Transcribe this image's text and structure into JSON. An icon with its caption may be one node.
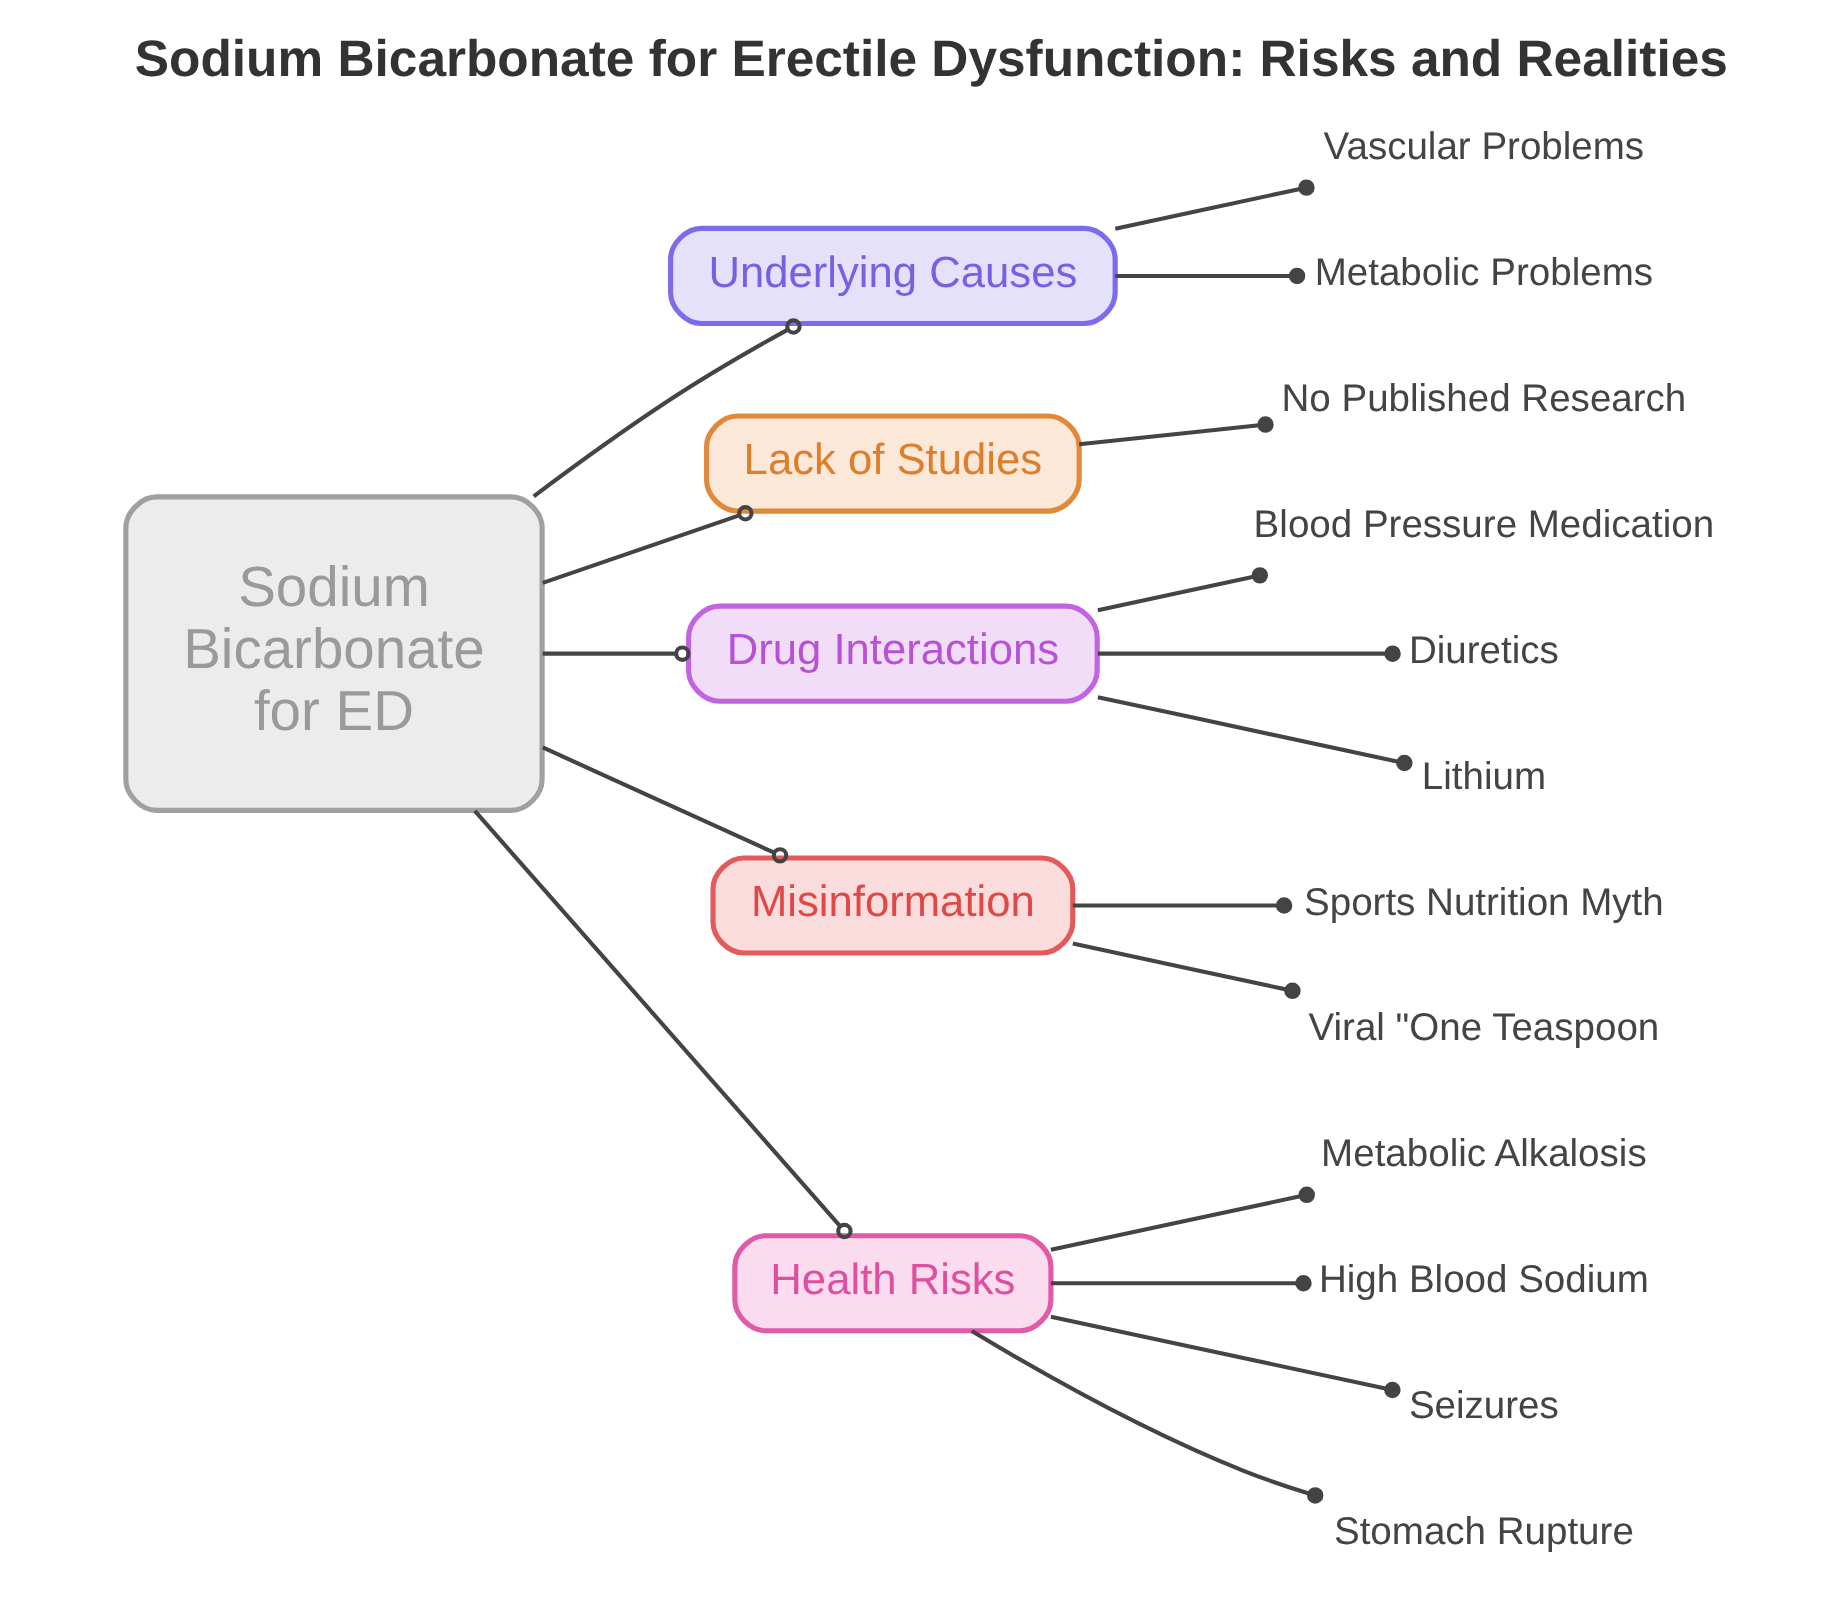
{
  "diagram": {
    "title": "Sodium Bicarbonate for Erectile Dysfunction: Risks and Realities",
    "nodes": [
      {
        "text": [
          "Sodium Bicarbonate for ED"
        ]
      },
      {
        "text": [
          "Underlying Causes"
        ]
      },
      {
        "text": [
          "Vascular Problems"
        ]
      },
      {
        "text": [
          "Metabolic Problems"
        ]
      },
      {
        "text": [
          "Lack of Studies"
        ]
      },
      {
        "text": [
          "No Published Research"
        ]
      },
      {
        "text": [
          "Drug Interactions"
        ]
      },
      {
        "text": [
          "Blood Pressure Medication"
        ]
      },
      {
        "text": [
          "Diuretics"
        ]
      },
      {
        "text": [
          "Lithium"
        ]
      },
      {
        "text": [
          "Misinformation"
        ]
      },
      {
        "text": [
          "Sports Nutrition Myth"
        ]
      },
      {
        "text": [
          "Viral \"One Teaspoon"
        ]
      },
      {
        "text": [
          "Health Risks"
        ]
      },
      {
        "text": [
          "Metabolic Alkalosis"
        ]
      },
      {
        "text": [
          "High Blood Sodium"
        ]
      },
      {
        "text": [
          "Seizures"
        ]
      },
      {
        "text": [
          "Stomach Rupture"
        ]
      }
    ],
    "edges": [
      {
        "from": 0,
        "to": 1,
        "arrow": "other"
      },
      {
        "from": 1,
        "to": 2,
        "arrow": "other"
      },
      {
        "from": 1,
        "to": 3,
        "arrow": "other"
      },
      {
        "from": 0,
        "to": 4,
        "arrow": "other"
      },
      {
        "from": 4,
        "to": 5,
        "arrow": "other"
      },
      {
        "from": 0,
        "to": 6,
        "arrow": "other"
      },
      {
        "from": 6,
        "to": 7,
        "arrow": "other"
      },
      {
        "from": 6,
        "to": 8,
        "arrow": "other"
      },
      {
        "from": 6,
        "to": 9,
        "arrow": "other"
      },
      {
        "from": 0,
        "to": 10,
        "arrow": "other"
      },
      {
        "from": 10,
        "to": 11,
        "arrow": "other"
      },
      {
        "from": 10,
        "to": 12,
        "arrow": "other"
      },
      {
        "from": 0,
        "to": 13,
        "arrow": "other"
      },
      {
        "from": 13,
        "to": 14,
        "arrow": "other"
      },
      {
        "from": 13,
        "to": 15,
        "arrow": "other"
      },
      {
        "from": 13,
        "to": 16,
        "arrow": "other"
      },
      {
        "from": 13,
        "to": 17,
        "arrow": "other"
      }
    ]
  }
}
